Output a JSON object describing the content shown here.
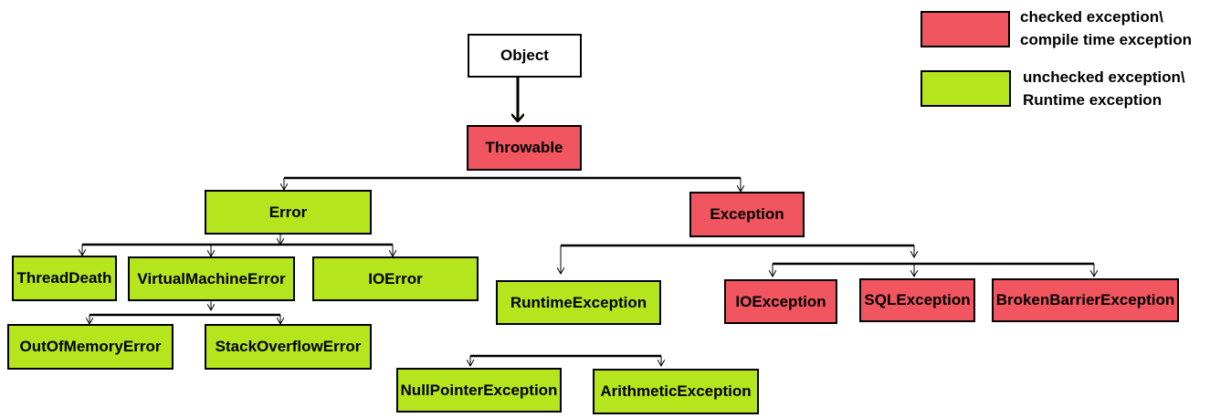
{
  "colors": {
    "checked": "#f05560",
    "unchecked": "#b5e61d",
    "plain": "#ffffff",
    "line": "#000000"
  },
  "legend": {
    "checked": {
      "line1": "checked exception\\",
      "line2": "compile time exception"
    },
    "unchecked": {
      "line1": "unchecked exception\\",
      "line2": "Runtime exception"
    }
  },
  "nodes": {
    "object": "Object",
    "throwable": "Throwable",
    "error": "Error",
    "exception": "Exception",
    "thread_death": "ThreadDeath",
    "virtual_machine_error": "VirtualMachineError",
    "ioerror": "IOError",
    "out_of_memory_error": "OutOfMemoryError",
    "stack_overflow_error": "StackOverflowError",
    "runtime_exception": "RuntimeException",
    "ioexception": "IOException",
    "sqlexception": "SQLException",
    "broken_barrier_exception": "BrokenBarrierException",
    "null_pointer_exception": "NullPointerException",
    "arithmetic_exception": "ArithmeticException"
  }
}
